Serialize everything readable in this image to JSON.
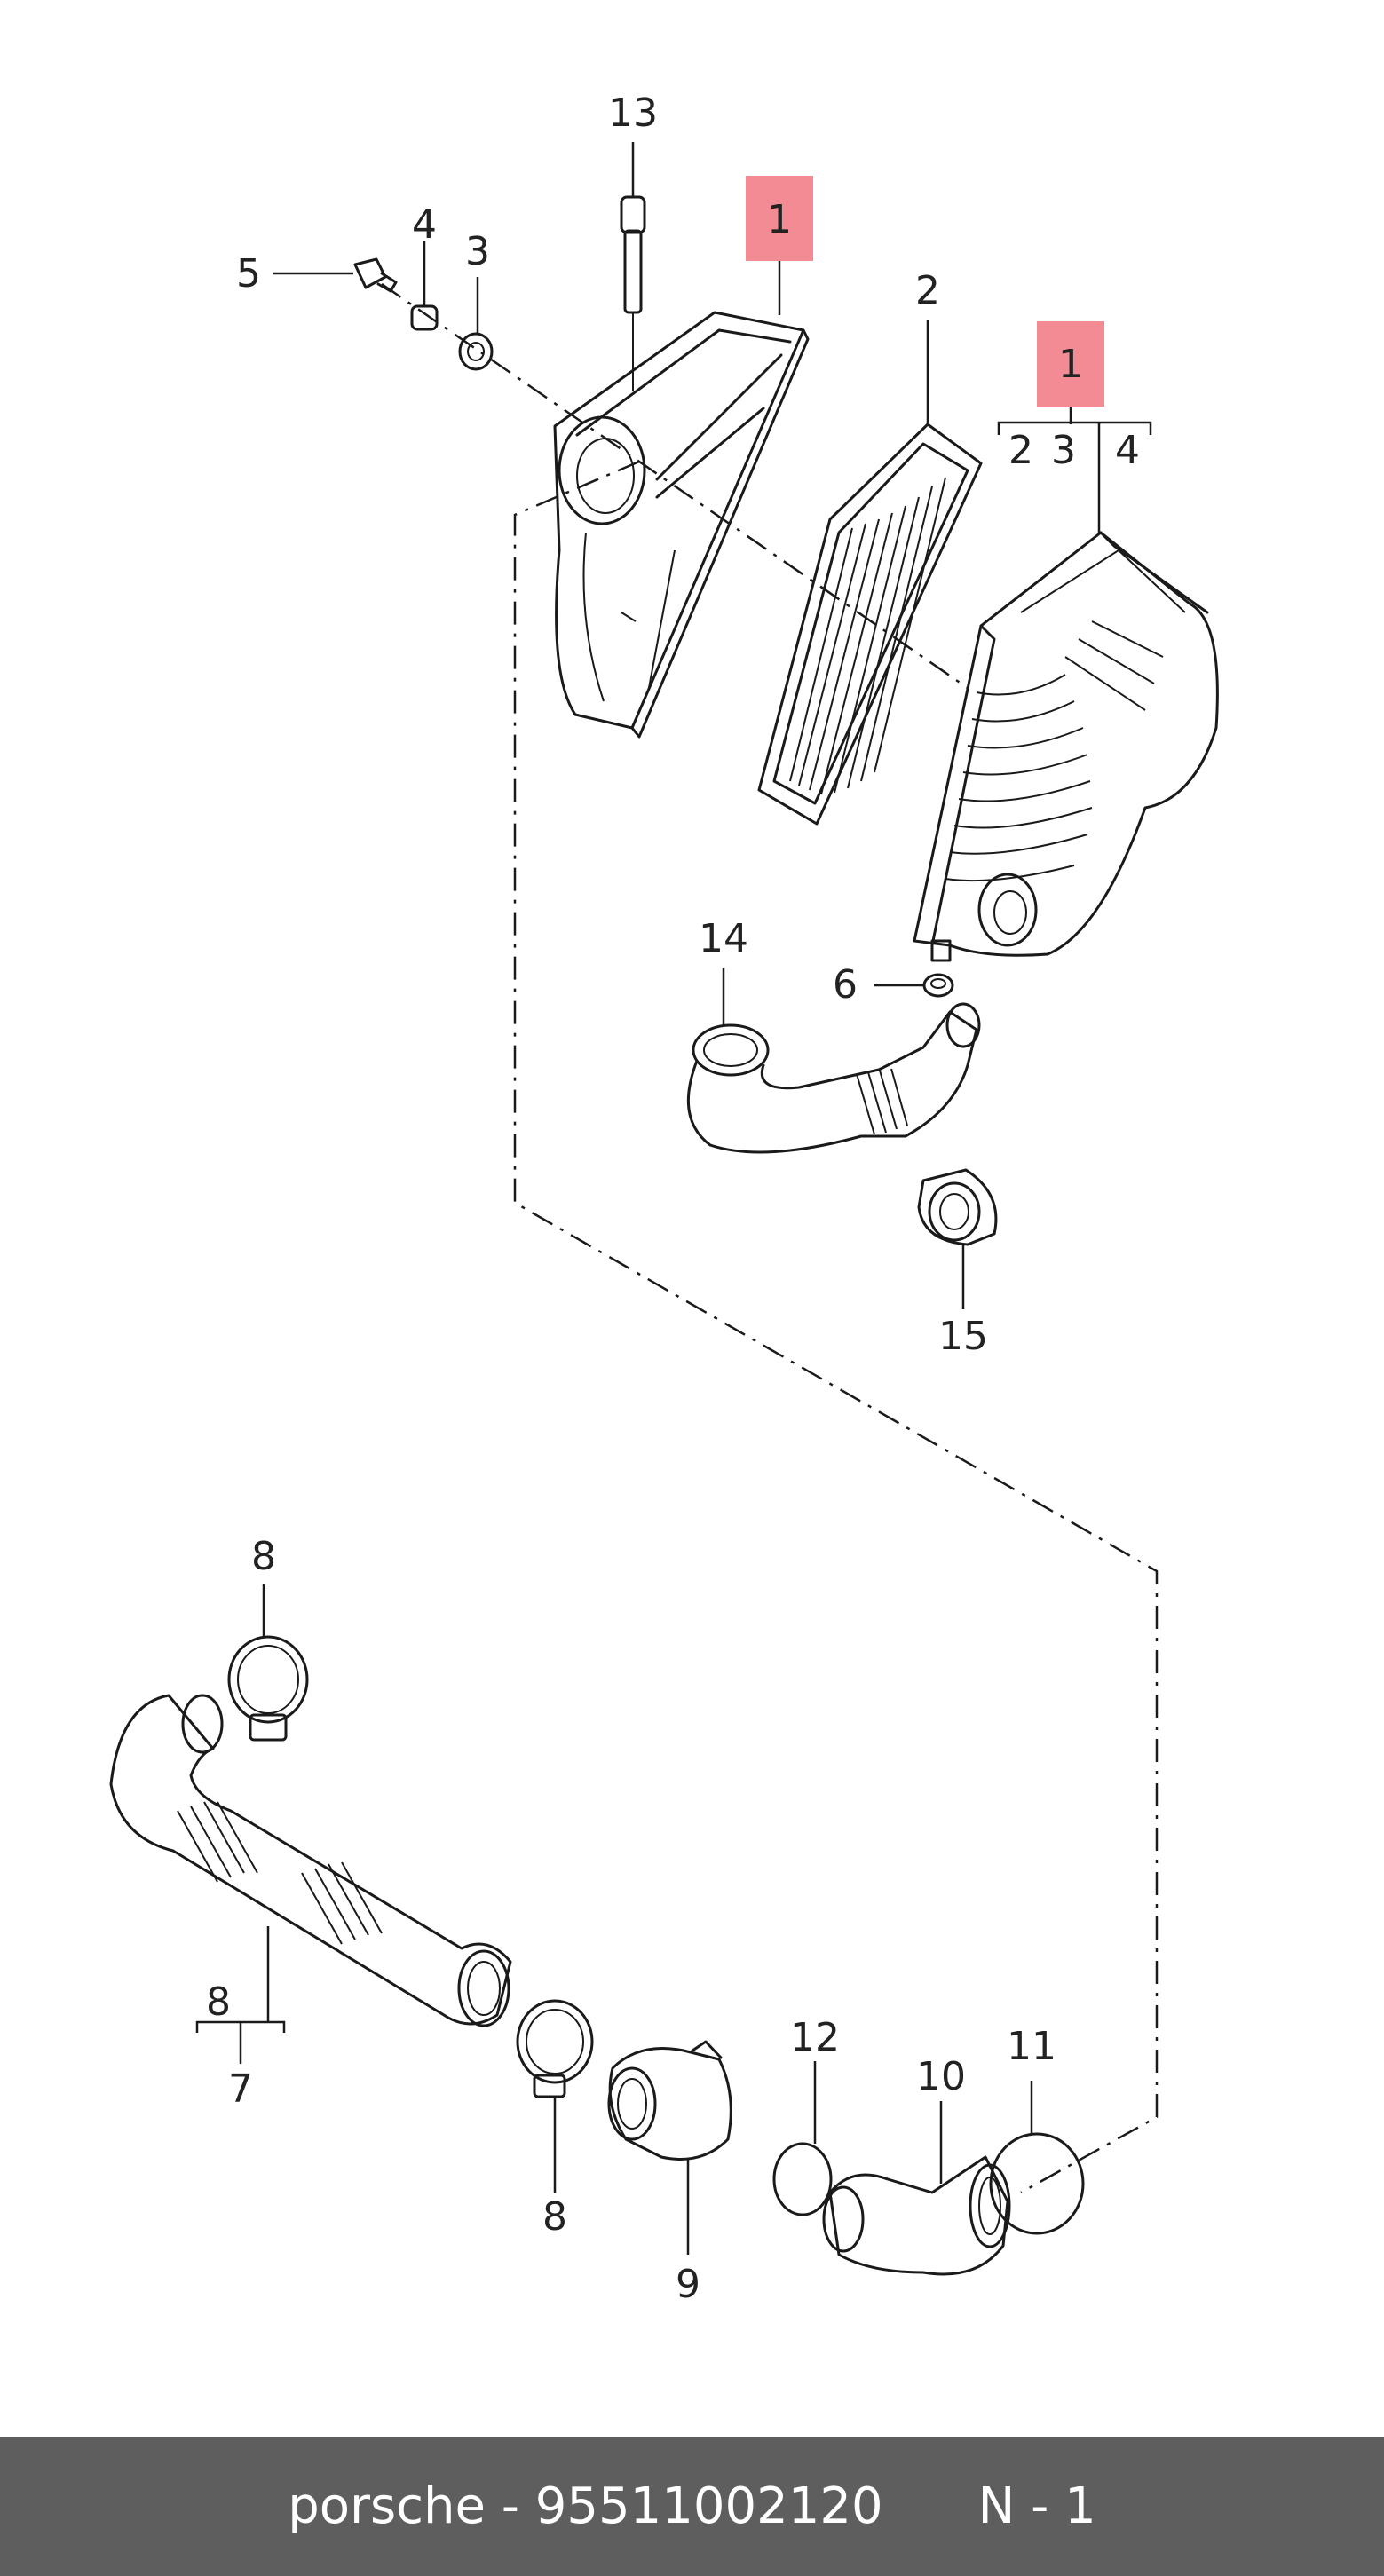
{
  "callouts": {
    "c1a": "1",
    "c1b": "1",
    "c2": "2",
    "c3": "3",
    "c4": "4",
    "c5": "5",
    "c6": "6",
    "c7": "7",
    "c8a": "8",
    "c8b": "8",
    "c8c": "8",
    "c9": "9",
    "c10": "10",
    "c11": "11",
    "c12": "12",
    "c13": "13",
    "c14": "14",
    "c15": "15",
    "sub2": "2",
    "sub3": "3",
    "sub4": "4"
  },
  "colors": {
    "highlight": "#f28b93",
    "footer_bg": "#5e5e5e",
    "line": "#1a1a1a"
  },
  "footer": {
    "brand": "porsche",
    "separator": " - ",
    "part_number": "95511002120",
    "gap": "      ",
    "page": "N - 1"
  }
}
